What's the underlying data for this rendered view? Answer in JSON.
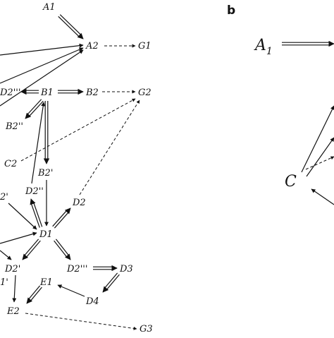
{
  "panel_b": {
    "letter": "b",
    "nodes": {
      "A1": "A",
      "A1_sub": "1",
      "C": "C"
    }
  },
  "panel_a": {
    "nodes": {
      "A1": "A1",
      "A2": "A2",
      "G1": "G1",
      "B1": "B1",
      "B2": "B2",
      "G2": "G2",
      "D2ppp_top": "D2'''",
      "B2pp": "B2''",
      "C2": "C2",
      "B2p": "B2'",
      "D2pp": "D2''",
      "D2": "D2",
      "D2p_left": "2'",
      "D1": "D1",
      "D2p": "D2'",
      "D2ppp": "D2'''",
      "D3": "D3",
      "E1": "E1",
      "D4": "D4",
      "E2": "E2",
      "G3": "G3",
      "one_prime": "1'"
    },
    "edges": [
      {
        "from": "A1",
        "to": "A2",
        "style": "double"
      },
      {
        "from": "A2",
        "to": "G1",
        "style": "dashed"
      },
      {
        "from": "B1",
        "to": "B2",
        "style": "double"
      },
      {
        "from": "B2",
        "to": "G2",
        "style": "dashed"
      },
      {
        "from": "B1",
        "to": "D2'''",
        "style": "double"
      },
      {
        "from": "B1",
        "to": "B2''",
        "style": "double"
      },
      {
        "from": "B1",
        "to": "B2'",
        "style": "double"
      },
      {
        "from": "C2",
        "to": "G2",
        "style": "dashed"
      },
      {
        "from": "D2",
        "to": "G2",
        "style": "dashed"
      },
      {
        "from": "B2'",
        "to": "D1",
        "style": "single"
      },
      {
        "from": "D1",
        "to": "D2''",
        "style": "double"
      },
      {
        "from": "D1",
        "to": "D2",
        "style": "double"
      },
      {
        "from": "D1",
        "to": "D2'",
        "style": "double"
      },
      {
        "from": "D1",
        "to": "D2'''",
        "style": "double"
      },
      {
        "from": "D2'''",
        "to": "D3",
        "style": "double"
      },
      {
        "from": "D3",
        "to": "D4",
        "style": "double"
      },
      {
        "from": "D4",
        "to": "E1",
        "style": "single"
      },
      {
        "from": "E1",
        "to": "E2",
        "style": "double"
      },
      {
        "from": "E2",
        "to": "G3",
        "style": "dashed"
      }
    ]
  }
}
